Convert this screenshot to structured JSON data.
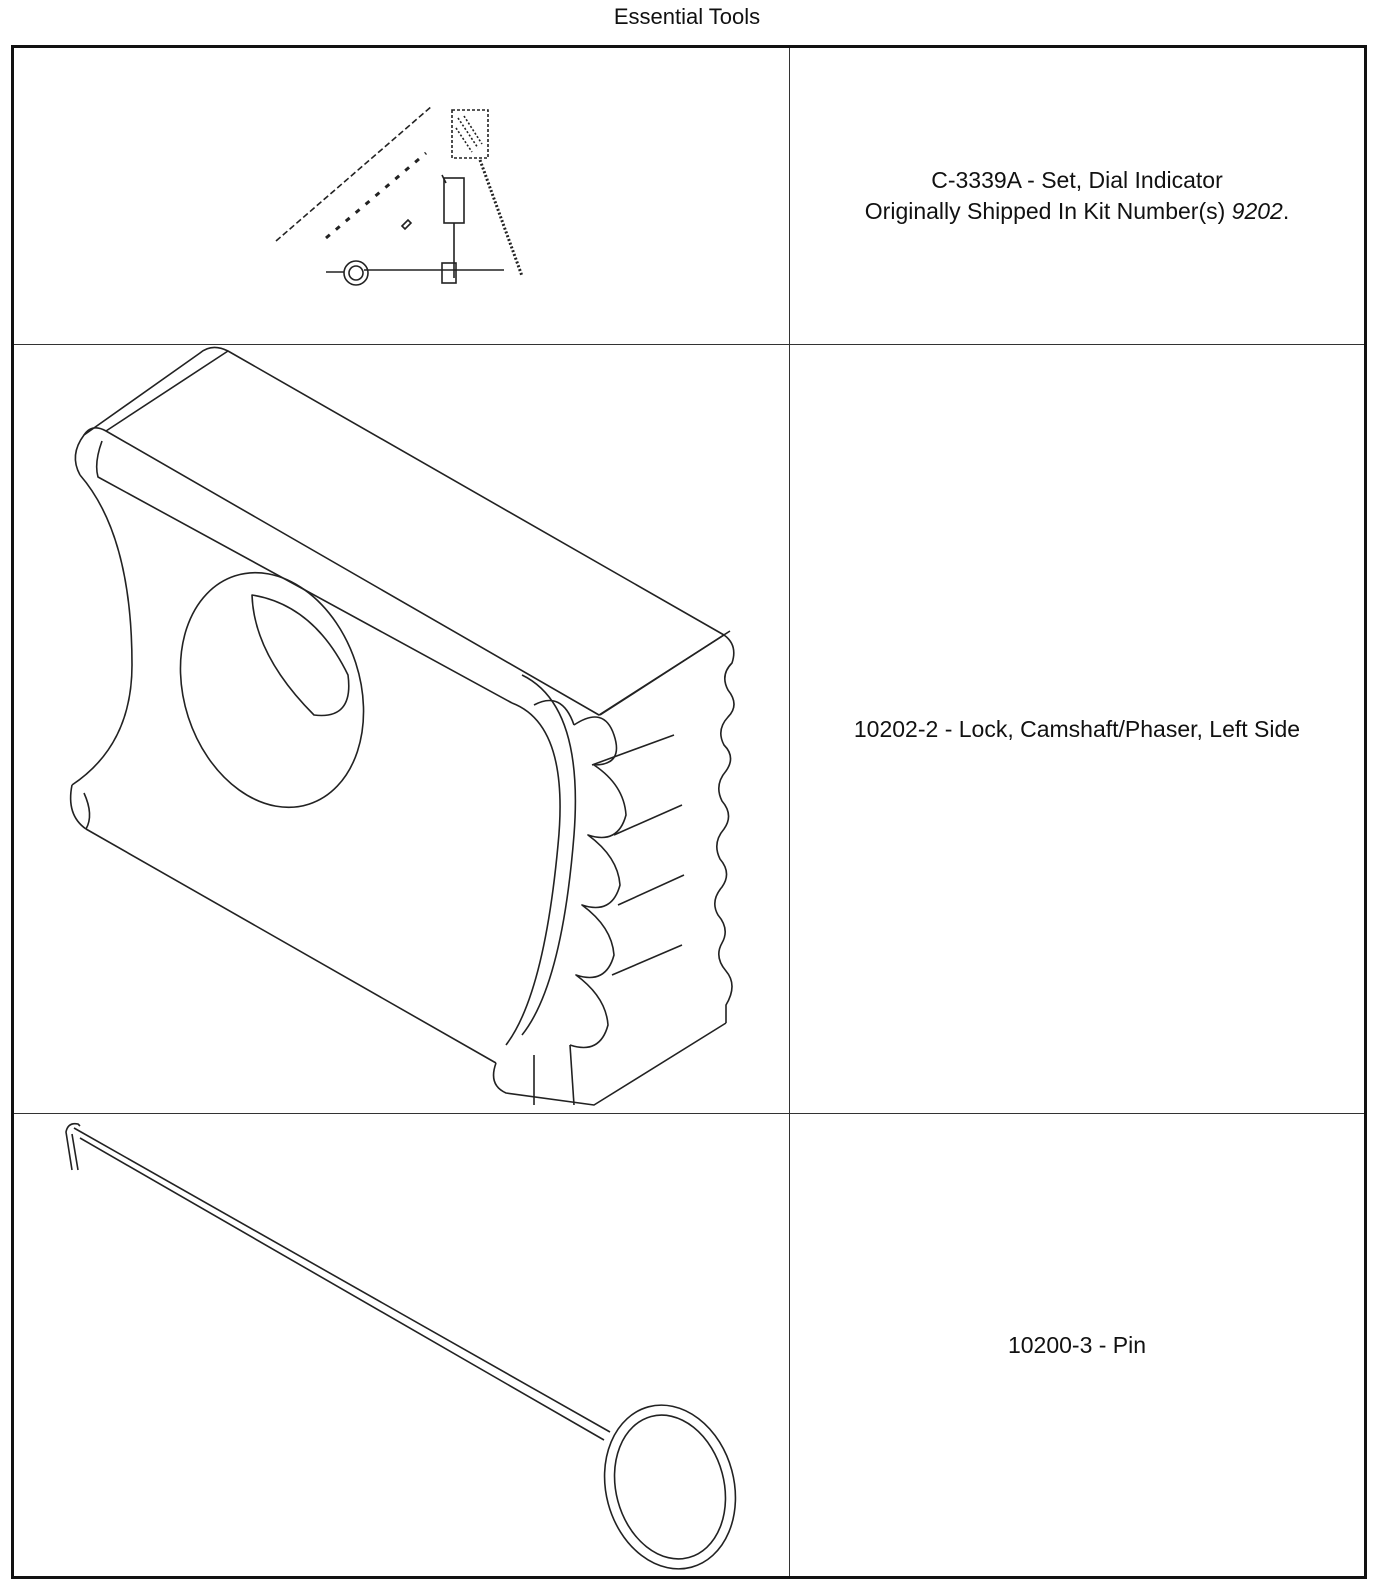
{
  "page": {
    "title": "Essential Tools"
  },
  "tools": [
    {
      "illustration": "dial-indicator-set",
      "name_line": "C-3339A - Set, Dial Indicator",
      "shipped_prefix": "Originally Shipped In Kit Number(s) ",
      "kit_number": "9202",
      "kit_suffix": "."
    },
    {
      "illustration": "camshaft-phaser-lock",
      "name_line": "10202-2 - Lock, Camshaft/Phaser, Left Side"
    },
    {
      "illustration": "pin",
      "name_line": "10200-3 - Pin"
    }
  ]
}
